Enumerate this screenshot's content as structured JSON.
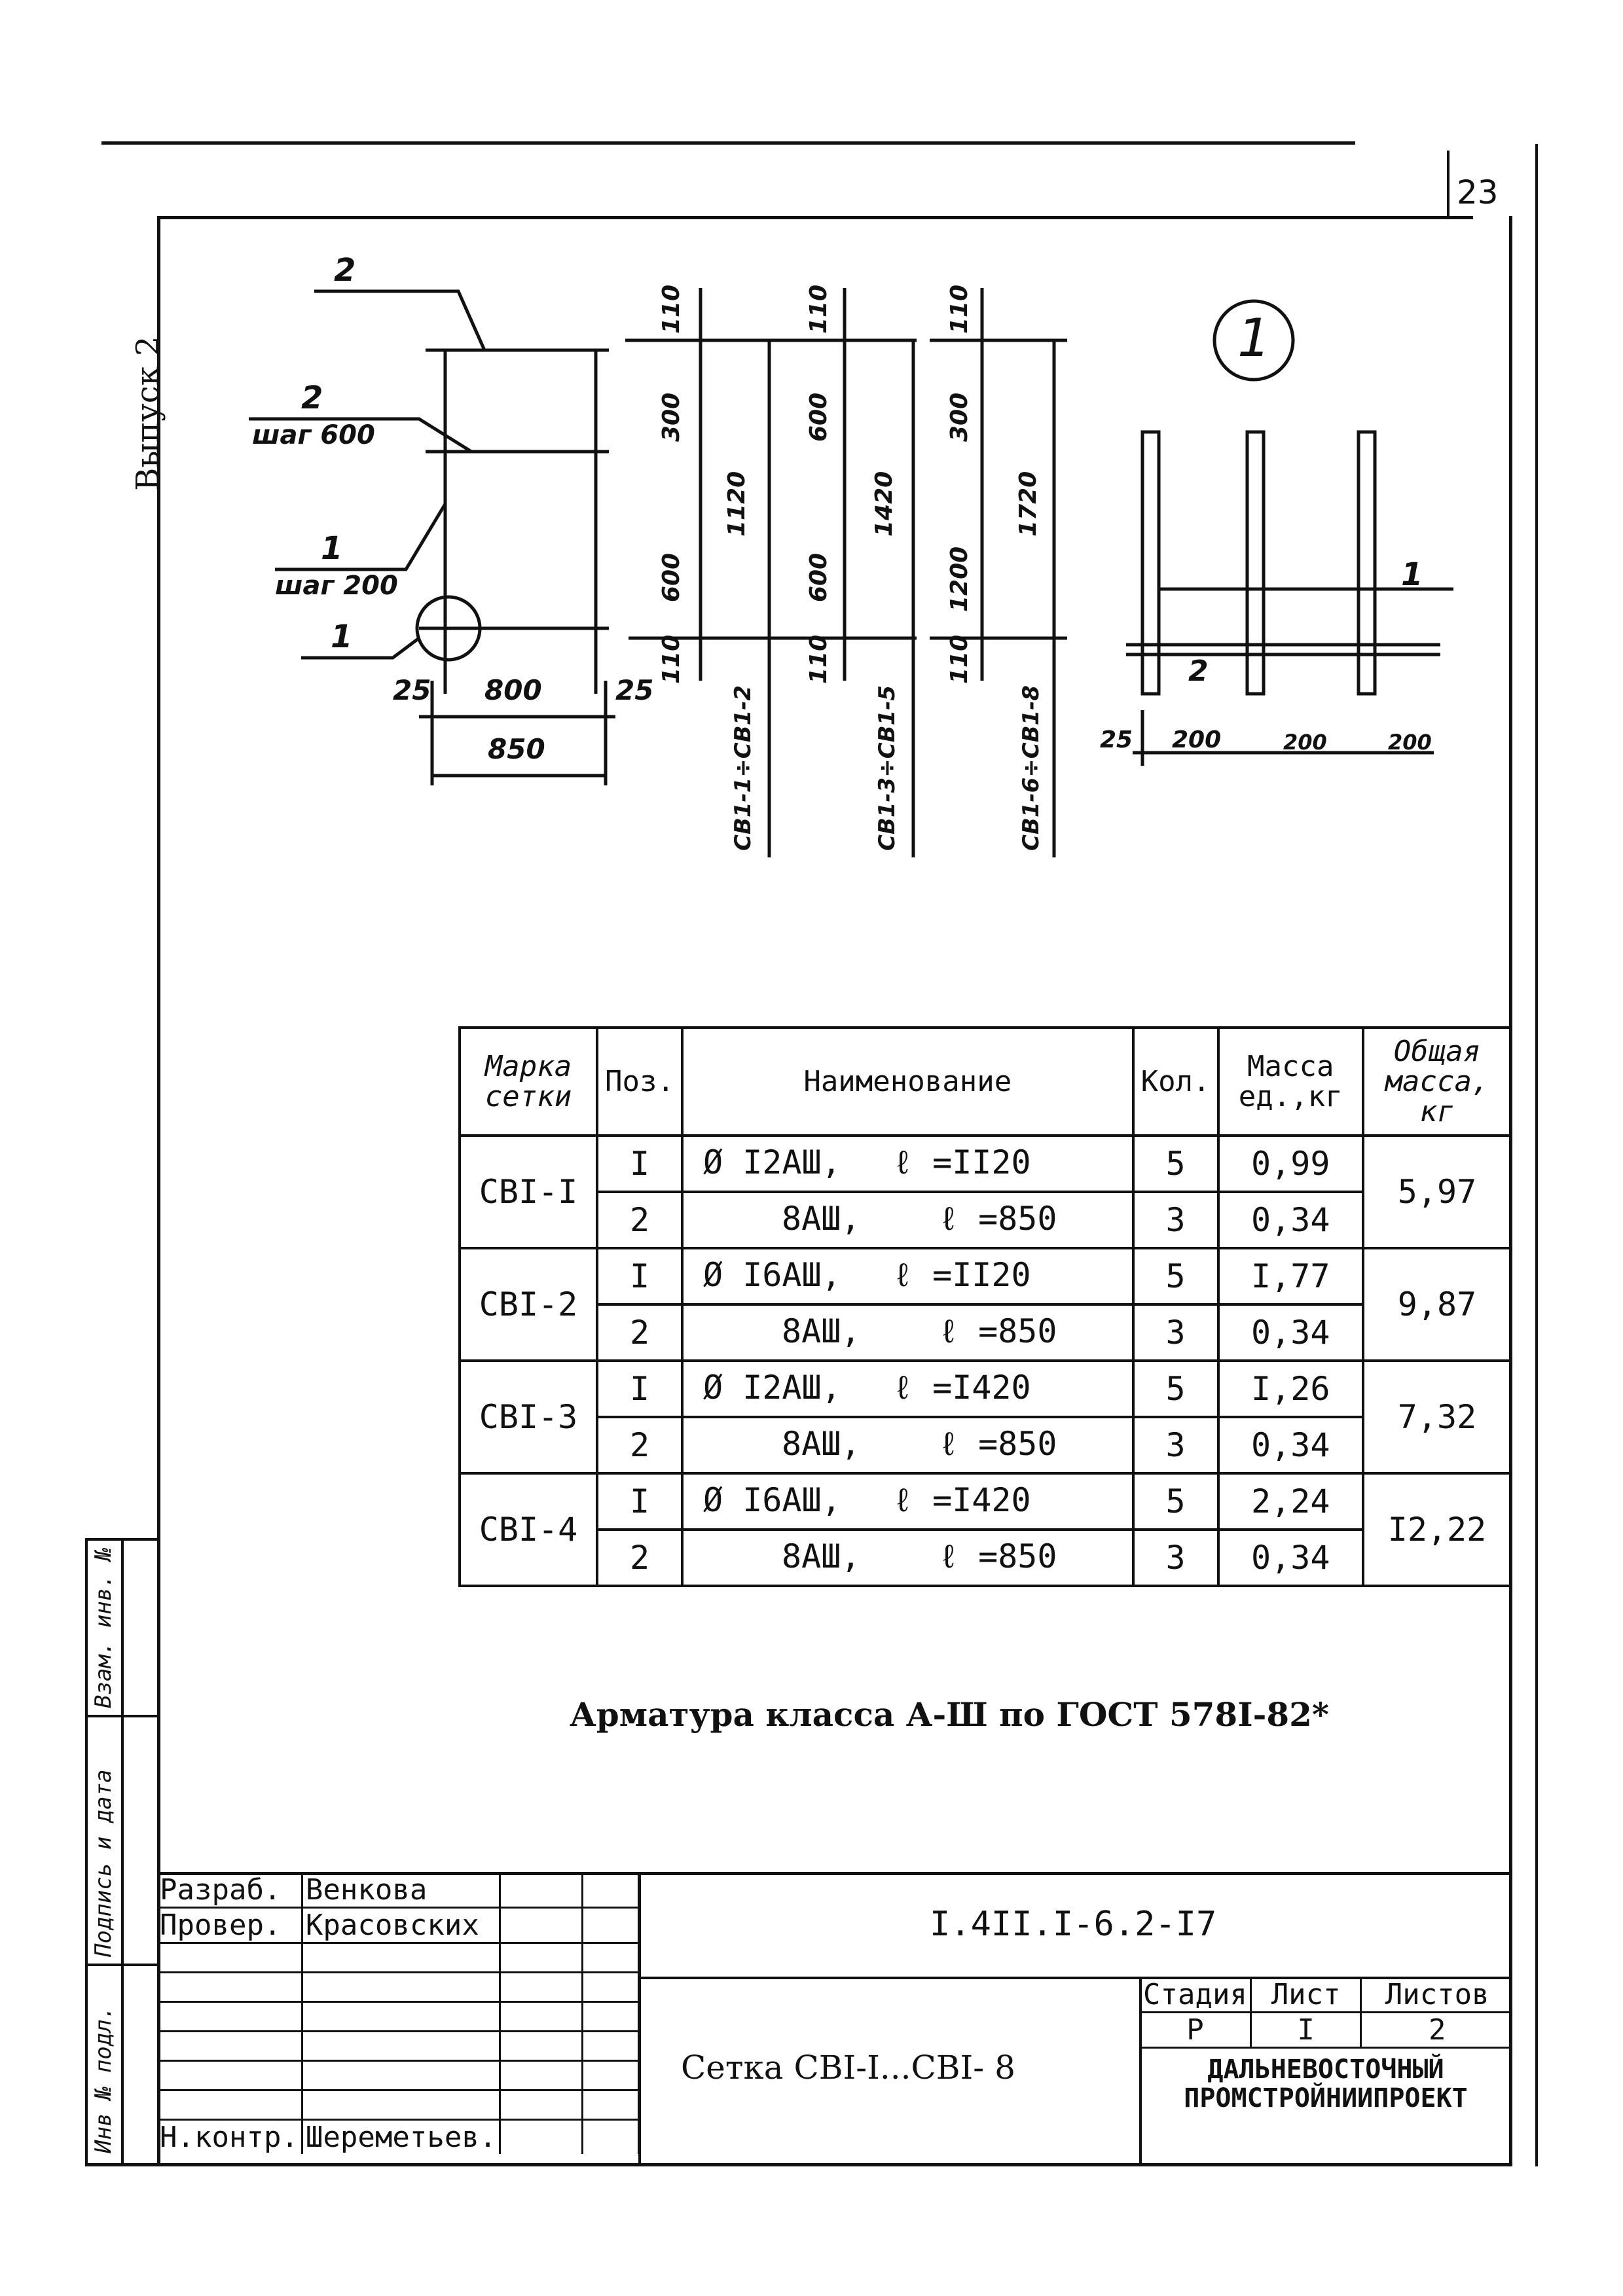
{
  "page_number": "23",
  "side_label": "Выпуск 2",
  "margin_labels": [
    "Взам. инв. №",
    "Подпись и дата",
    "Инв № подл."
  ],
  "drawing": {
    "callout_1": "1",
    "left_labels": {
      "pos_top": "2",
      "pos2": "2",
      "step2": "шаг 600",
      "pos1": "1",
      "step1": "шаг 200",
      "pos1b": "1"
    },
    "left_dims": {
      "d25a": "25",
      "d800": "800",
      "d25b": "25",
      "d850": "850"
    },
    "grids": [
      {
        "label": "СВ1-1÷СВ1-2",
        "dims": [
          "110",
          "300",
          "600",
          "110"
        ],
        "total": "1120"
      },
      {
        "label": "СВ1-3÷СВ1-5",
        "dims": [
          "110",
          "600",
          "600",
          "110"
        ],
        "total": "1420"
      },
      {
        "label": "СВ1-6÷СВ1-8",
        "dims": [
          "110",
          "300",
          "1200",
          "110"
        ],
        "total": "1720"
      }
    ],
    "detail": {
      "pos1": "1",
      "pos2": "2",
      "dims": [
        "25",
        "200",
        "200",
        "200"
      ]
    }
  },
  "table": {
    "headers": [
      "Марка сетки",
      "Поз.",
      "Наименование",
      "Кол.",
      "Масса ед.,кг",
      "Общая масса, кг"
    ],
    "rows": [
      {
        "mark": "СВI-I",
        "total": "5,97",
        "items": [
          {
            "pos": "I",
            "name": "Ø I2АШ,",
            "len": "ℓ =II20",
            "qty": "5",
            "mass": "0,99"
          },
          {
            "pos": "2",
            "name": "8АШ,",
            "len": "ℓ =850",
            "qty": "3",
            "mass": "0,34"
          }
        ]
      },
      {
        "mark": "СВI-2",
        "total": "9,87",
        "items": [
          {
            "pos": "I",
            "name": "Ø I6АШ,",
            "len": "ℓ =II20",
            "qty": "5",
            "mass": "I,77"
          },
          {
            "pos": "2",
            "name": "8АШ,",
            "len": "ℓ =850",
            "qty": "3",
            "mass": "0,34"
          }
        ]
      },
      {
        "mark": "СВI-3",
        "total": "7,32",
        "items": [
          {
            "pos": "I",
            "name": "Ø I2АШ,",
            "len": "ℓ =I420",
            "qty": "5",
            "mass": "I,26"
          },
          {
            "pos": "2",
            "name": "8АШ,",
            "len": "ℓ =850",
            "qty": "3",
            "mass": "0,34"
          }
        ]
      },
      {
        "mark": "СВI-4",
        "total": "I2,22",
        "items": [
          {
            "pos": "I",
            "name": "Ø I6АШ,",
            "len": "ℓ =I420",
            "qty": "5",
            "mass": "2,24"
          },
          {
            "pos": "2",
            "name": "8АШ,",
            "len": "ℓ =850",
            "qty": "3",
            "mass": "0,34"
          }
        ]
      }
    ]
  },
  "note": "Арматура класса А-Ш по ГОСТ 578I-82*",
  "title_block": {
    "row1_role": "Разраб.",
    "row1_name": "Венкова",
    "row2_role": "Провер.",
    "row2_name": "Красовских",
    "row3_role": "Н.контр.",
    "row3_name": "Шереметьев.",
    "code": "I.4II.I-6.2-I7",
    "title": "Сетка СВI-I...СВI- 8",
    "stage_h": "Стадия",
    "sheet_h": "Лист",
    "sheets_h": "Листов",
    "stage": "Р",
    "sheet": "I",
    "sheets": "2",
    "org_line1": "ДАЛЬНЕВОСТОЧНЫЙ",
    "org_line2": "ПРОМСТРОЙНИИПРОЕКТ"
  }
}
